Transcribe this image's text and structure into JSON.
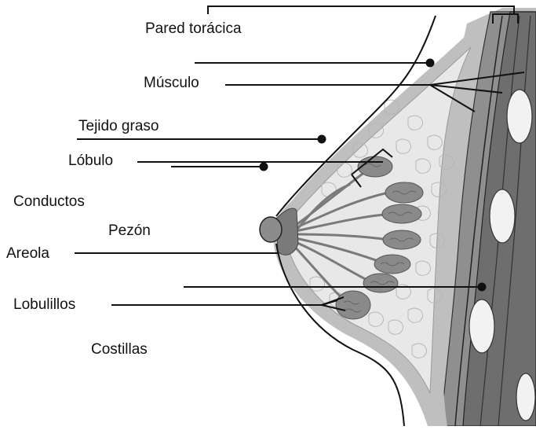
{
  "labels": {
    "chest_wall": "Pared torácica",
    "muscle": "Músculo",
    "fatty_tissue": "Tejido graso",
    "lobe": "Lóbulo",
    "ducts": "Conductos",
    "nipple": "Pezón",
    "areola": "Areola",
    "lobules": "Lobulillos",
    "ribs": "Costillas"
  },
  "colors": {
    "background": "#ffffff",
    "line": "#111111",
    "skin_outline": "#111111",
    "outer_band": "#bfbfbf",
    "fatty_tissue": "#e8e8e8",
    "muscle_dark": "#6e6e6e",
    "muscle_light": "#8f8f8f",
    "rib": "#f2f2f2",
    "lobule": "#8a8a8a",
    "areola": "#7a7a7a",
    "nipple": "#8c8c8c"
  }
}
